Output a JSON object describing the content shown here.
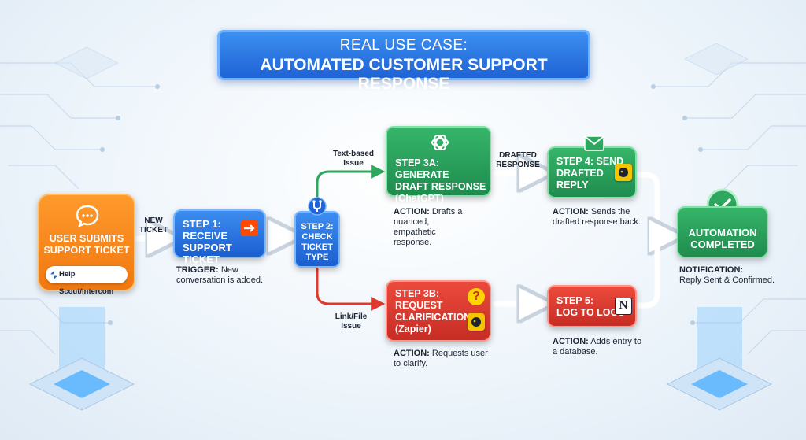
{
  "title": {
    "line1": "REAL USE CASE:",
    "line2": "AUTOMATED CUSTOMER SUPPORT RESPONSE"
  },
  "start": {
    "label_l1": "USER SUBMITS",
    "label_l2": "SUPPORT TICKET",
    "badge": "Help Scout/Intercom"
  },
  "step1": {
    "label_l1": "STEP 1:",
    "label_l2": "RECEIVE",
    "label_l3": "SUPPORT TICKET",
    "note_bold": "TRIGGER:",
    "note_l1": " New",
    "note_l2": "conversation is added."
  },
  "step2": {
    "label_l1": "STEP 2:",
    "label_l2": "CHECK",
    "label_l3": "TICKET",
    "label_l4": "TYPE"
  },
  "step3a": {
    "label_l1": "STEP 3A: GENERATE",
    "label_l2": "DRAFT RESPONSE",
    "label_l3": "(ChatGPT)",
    "note_bold": "ACTION:",
    "note_l1": " Drafts a",
    "note_l2": "nuanced,",
    "note_l3": "empathetic",
    "note_l4": "response."
  },
  "step3b": {
    "label_l1": "STEP 3B:",
    "label_l2": "REQUEST",
    "label_l3": "CLARIFICATION",
    "label_l4": "(Zapier)",
    "note_bold": "ACTION:",
    "note_l1": " Requests user",
    "note_l2": "to clarify."
  },
  "step4": {
    "label_l1": "STEP 4: SEND",
    "label_l2": "DRAFTED",
    "label_l3": "REPLY",
    "note_bold": "ACTION:",
    "note_l1": " Sends the",
    "note_l2": "drafted response back."
  },
  "step5": {
    "label_l1": "STEP 5:",
    "label_l2": "LOG TO LOGS",
    "note_bold": "ACTION:",
    "note_l1": " Adds entry to",
    "note_l2": "a database."
  },
  "end": {
    "label_l1": "AUTOMATION",
    "label_l2": "COMPLETED",
    "note_bold": "NOTIFICATION:",
    "note_l2": "Reply Sent & Confirmed."
  },
  "edges": {
    "new_ticket_l1": "NEW",
    "new_ticket_l2": "TICKET",
    "text_based_l1": "Text-based",
    "text_based_l2": "Issue",
    "link_file_l1": "Link/File",
    "link_file_l2": "Issue",
    "drafted_l1": "DRAFTED",
    "drafted_l2": "RESPONSE"
  },
  "colors": {
    "blue": "#1f63d6",
    "green": "#1f8c4e",
    "red": "#c62d24",
    "orange": "#f07810",
    "zapier_yellow": "#f5c400"
  },
  "icons": [
    "chat-bubble-icon",
    "helpscout-logo-icon",
    "zapier-arrow-icon",
    "branch-icon",
    "openai-icon",
    "mailchimp-icon",
    "question-icon",
    "email-icon",
    "notion-icon",
    "check-icon"
  ]
}
